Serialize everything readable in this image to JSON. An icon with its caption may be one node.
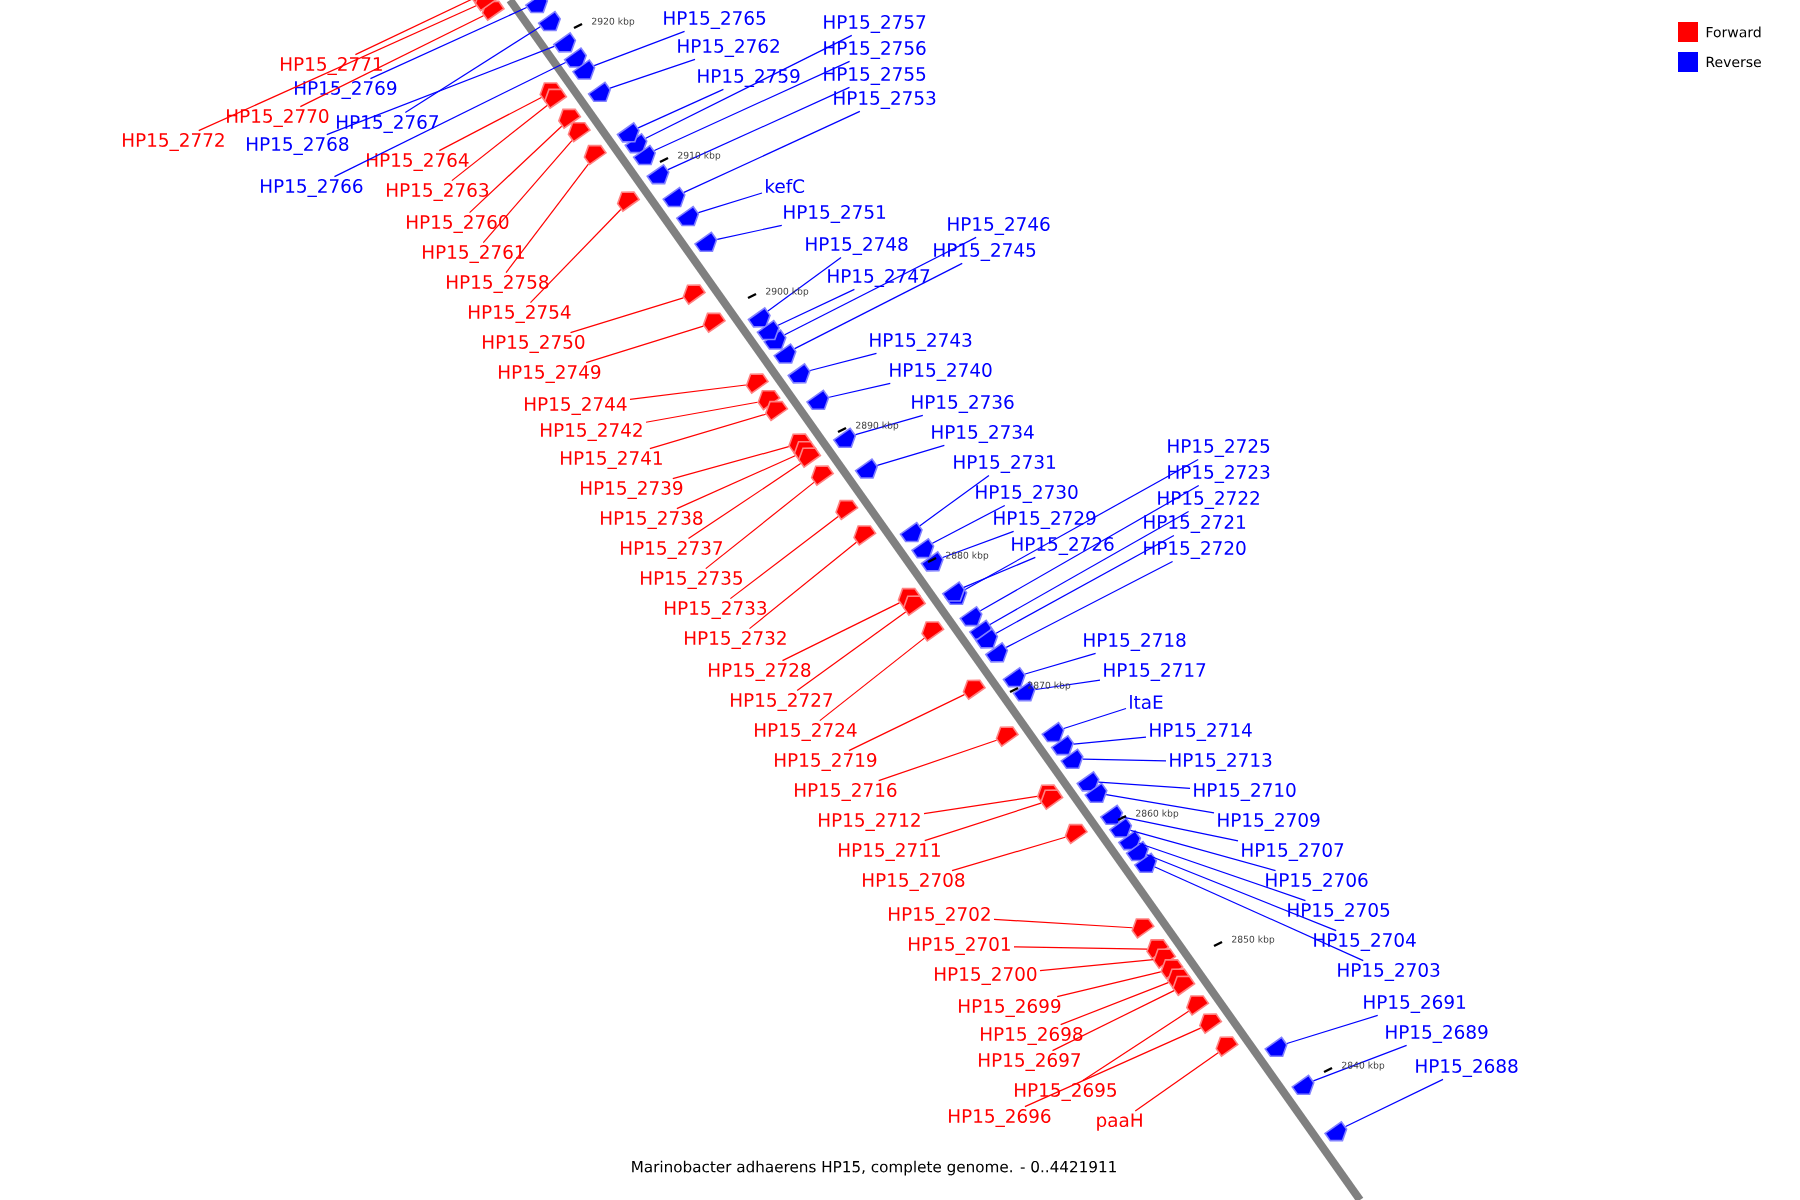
{
  "diagram": {
    "caption": "Marinobacter adhaerens HP15, complete genome. - 0..4421911",
    "nodes": [
      {
        "text": [
          "HP15_2771"
        ]
      },
      {
        "text": [
          "HP15_2769"
        ]
      },
      {
        "text": [
          "HP15_2770"
        ]
      },
      {
        "text": [
          "HP15_2767"
        ]
      },
      {
        "text": [
          "HP15_2772"
        ]
      },
      {
        "text": [
          "HP15_2768"
        ]
      },
      {
        "text": [
          "HP15_2764"
        ]
      },
      {
        "text": [
          "HP15_2766"
        ]
      },
      {
        "text": [
          "HP15_2763"
        ]
      },
      {
        "text": [
          "HP15_2760"
        ]
      },
      {
        "text": [
          "HP15_2761"
        ]
      },
      {
        "text": [
          "HP15_2758"
        ]
      },
      {
        "text": [
          "HP15_2754"
        ]
      },
      {
        "text": [
          "HP15_2750"
        ]
      },
      {
        "text": [
          "HP15_2749"
        ]
      },
      {
        "text": [
          "HP15_2744"
        ]
      },
      {
        "text": [
          "HP15_2742"
        ]
      },
      {
        "text": [
          "HP15_2741"
        ]
      },
      {
        "text": [
          "HP15_2739"
        ]
      },
      {
        "text": [
          "HP15_2738"
        ]
      },
      {
        "text": [
          "HP15_2737"
        ]
      },
      {
        "text": [
          "HP15_2735"
        ]
      },
      {
        "text": [
          "HP15_2733"
        ]
      },
      {
        "text": [
          "HP15_2732"
        ]
      },
      {
        "text": [
          "HP15_2728"
        ]
      },
      {
        "text": [
          "HP15_2727"
        ]
      },
      {
        "text": [
          "HP15_2724"
        ]
      },
      {
        "text": [
          "HP15_2719"
        ]
      },
      {
        "text": [
          "HP15_2716"
        ]
      },
      {
        "text": [
          "HP15_2712"
        ]
      },
      {
        "text": [
          "HP15_2711"
        ]
      },
      {
        "text": [
          "HP15_2708"
        ]
      },
      {
        "text": [
          "HP15_2702"
        ]
      },
      {
        "text": [
          "HP15_2701"
        ]
      },
      {
        "text": [
          "HP15_2700"
        ]
      },
      {
        "text": [
          "HP15_2699"
        ]
      },
      {
        "text": [
          "HP15_2698"
        ]
      },
      {
        "text": [
          "HP15_2697"
        ]
      },
      {
        "text": [
          "HP15_2695"
        ]
      },
      {
        "text": [
          "HP15_2696"
        ]
      },
      {
        "text": [
          "paaH"
        ]
      },
      {
        "text": [
          "HP15_2765"
        ]
      },
      {
        "text": [
          "HP15_2757"
        ]
      },
      {
        "text": [
          "HP15_2762"
        ]
      },
      {
        "text": [
          "HP15_2756"
        ]
      },
      {
        "text": [
          "HP15_2759"
        ]
      },
      {
        "text": [
          "HP15_2755"
        ]
      },
      {
        "text": [
          "HP15_2753"
        ]
      },
      {
        "text": [
          "kefC"
        ]
      },
      {
        "text": [
          "HP15_2751"
        ]
      },
      {
        "text": [
          "HP15_2746"
        ]
      },
      {
        "text": [
          "HP15_2748"
        ]
      },
      {
        "text": [
          "HP15_2745"
        ]
      },
      {
        "text": [
          "HP15_2747"
        ]
      },
      {
        "text": [
          "HP15_2743"
        ]
      },
      {
        "text": [
          "HP15_2740"
        ]
      },
      {
        "text": [
          "HP15_2736"
        ]
      },
      {
        "text": [
          "HP15_2734"
        ]
      },
      {
        "text": [
          "HP15_2725"
        ]
      },
      {
        "text": [
          "HP15_2731"
        ]
      },
      {
        "text": [
          "HP15_2723"
        ]
      },
      {
        "text": [
          "HP15_2730"
        ]
      },
      {
        "text": [
          "HP15_2722"
        ]
      },
      {
        "text": [
          "HP15_2729"
        ]
      },
      {
        "text": [
          "HP15_2721"
        ]
      },
      {
        "text": [
          "HP15_2726"
        ]
      },
      {
        "text": [
          "HP15_2720"
        ]
      },
      {
        "text": [
          "HP15_2718"
        ]
      },
      {
        "text": [
          "HP15_2717"
        ]
      },
      {
        "text": [
          "ltaE"
        ]
      },
      {
        "text": [
          "HP15_2714"
        ]
      },
      {
        "text": [
          "HP15_2713"
        ]
      },
      {
        "text": [
          "HP15_2710"
        ]
      },
      {
        "text": [
          "HP15_2709"
        ]
      },
      {
        "text": [
          "HP15_2707"
        ]
      },
      {
        "text": [
          "HP15_2706"
        ]
      },
      {
        "text": [
          "HP15_2705"
        ]
      },
      {
        "text": [
          "HP15_2704"
        ]
      },
      {
        "text": [
          "HP15_2703"
        ]
      },
      {
        "text": [
          "HP15_2691"
        ]
      },
      {
        "text": [
          "HP15_2689"
        ]
      },
      {
        "text": [
          "HP15_2688"
        ]
      },
      {
        "text": [],
        "shape": "pentagon"
      },
      {
        "text": [],
        "shape": "pentagon"
      },
      {
        "text": [],
        "shape": "pentagon"
      },
      {
        "text": [],
        "shape": "pentagon"
      },
      {
        "text": [],
        "shape": "pentagon"
      },
      {
        "text": [],
        "shape": "pentagon"
      },
      {
        "text": [],
        "shape": "pentagon"
      },
      {
        "text": [],
        "shape": "pentagon"
      },
      {
        "text": [],
        "shape": "pentagon"
      },
      {
        "text": [],
        "shape": "pentagon"
      },
      {
        "text": [],
        "shape": "pentagon"
      },
      {
        "text": [],
        "shape": "pentagon"
      },
      {
        "text": [],
        "shape": "pentagon"
      },
      {
        "text": [],
        "shape": "pentagon"
      },
      {
        "text": [],
        "shape": "pentagon"
      },
      {
        "text": [],
        "shape": "pentagon"
      },
      {
        "text": [],
        "shape": "pentagon"
      },
      {
        "text": [],
        "shape": "pentagon"
      },
      {
        "text": [],
        "shape": "pentagon"
      },
      {
        "text": [],
        "shape": "pentagon"
      },
      {
        "text": [],
        "shape": "pentagon"
      },
      {
        "text": [],
        "shape": "pentagon"
      },
      {
        "text": [],
        "shape": "pentagon"
      },
      {
        "text": [],
        "shape": "pentagon"
      },
      {
        "text": [],
        "shape": "pentagon"
      },
      {
        "text": [],
        "shape": "pentagon"
      },
      {
        "text": [],
        "shape": "pentagon"
      },
      {
        "text": [],
        "shape": "pentagon"
      },
      {
        "text": [],
        "shape": "pentagon"
      },
      {
        "text": [],
        "shape": "pentagon"
      },
      {
        "text": [],
        "shape": "pentagon"
      },
      {
        "text": [],
        "shape": "pentagon"
      },
      {
        "text": [],
        "shape": "pentagon"
      },
      {
        "text": [],
        "shape": "pentagon"
      },
      {
        "text": [],
        "shape": "pentagon"
      },
      {
        "text": [],
        "shape": "pentagon"
      },
      {
        "text": [],
        "shape": "pentagon"
      },
      {
        "text": [],
        "shape": "pentagon"
      },
      {
        "text": [],
        "shape": "pentagon"
      },
      {
        "text": [],
        "shape": "pentagon"
      },
      {
        "text": [],
        "shape": "pentagon"
      },
      {
        "text": [],
        "shape": "pentagon"
      },
      {
        "text": [],
        "shape": "pentagon"
      },
      {
        "text": [],
        "shape": "pentagon"
      },
      {
        "text": [],
        "shape": "pentagon"
      },
      {
        "text": [],
        "shape": "pentagon"
      },
      {
        "text": [],
        "shape": "pentagon"
      },
      {
        "text": [],
        "shape": "pentagon"
      },
      {
        "text": [],
        "shape": "pentagon"
      },
      {
        "text": [],
        "shape": "pentagon"
      },
      {
        "text": [],
        "shape": "pentagon"
      },
      {
        "text": [],
        "shape": "pentagon"
      },
      {
        "text": [],
        "shape": "pentagon"
      },
      {
        "text": [],
        "shape": "pentagon"
      },
      {
        "text": [],
        "shape": "pentagon"
      },
      {
        "text": [],
        "shape": "pentagon"
      },
      {
        "text": [],
        "shape": "pentagon"
      },
      {
        "text": [],
        "shape": "pentagon"
      },
      {
        "text": [],
        "shape": "pentagon"
      },
      {
        "text": [],
        "shape": "pentagon"
      },
      {
        "text": [],
        "shape": "pentagon"
      },
      {
        "text": [],
        "shape": "pentagon"
      },
      {
        "text": [],
        "shape": "pentagon"
      },
      {
        "text": [],
        "shape": "pentagon"
      },
      {
        "text": [],
        "shape": "pentagon"
      },
      {
        "text": [],
        "shape": "pentagon"
      },
      {
        "text": [],
        "shape": "pentagon"
      },
      {
        "text": [],
        "shape": "pentagon"
      },
      {
        "text": [],
        "shape": "pentagon"
      },
      {
        "text": [],
        "shape": "pentagon"
      },
      {
        "text": [],
        "shape": "pentagon"
      },
      {
        "text": [],
        "shape": "pentagon"
      },
      {
        "text": [],
        "shape": "pentagon"
      },
      {
        "text": [],
        "shape": "pentagon"
      },
      {
        "text": [],
        "shape": "pentagon"
      },
      {
        "text": [],
        "shape": "pentagon"
      },
      {
        "text": [],
        "shape": "pentagon"
      },
      {
        "text": [],
        "shape": "pentagon"
      },
      {
        "text": [],
        "shape": "pentagon"
      },
      {
        "text": [],
        "shape": "pentagon"
      },
      {
        "text": [],
        "shape": "pentagon"
      },
      {
        "text": [],
        "shape": "pentagon"
      }
    ],
    "edges": [
      {
        "from": 0,
        "to": 82,
        "arrow": "none",
        "color": "#ff0000"
      },
      {
        "from": 1,
        "to": 83,
        "arrow": "none",
        "color": "#0000ff"
      },
      {
        "from": 2,
        "to": 84,
        "arrow": "none",
        "color": "#ff0000"
      },
      {
        "from": 3,
        "to": 85,
        "arrow": "none",
        "color": "#0000ff"
      },
      {
        "from": 4,
        "to": 86,
        "arrow": "none",
        "color": "#ff0000"
      },
      {
        "from": 5,
        "to": 87,
        "arrow": "none",
        "color": "#0000ff"
      },
      {
        "from": 6,
        "to": 88,
        "arrow": "none",
        "color": "#ff0000"
      },
      {
        "from": 7,
        "to": 89,
        "arrow": "none",
        "color": "#0000ff"
      },
      {
        "from": 8,
        "to": 90,
        "arrow": "none",
        "color": "#ff0000"
      },
      {
        "from": 9,
        "to": 91,
        "arrow": "none",
        "color": "#ff0000"
      },
      {
        "from": 10,
        "to": 92,
        "arrow": "none",
        "color": "#ff0000"
      },
      {
        "from": 11,
        "to": 93,
        "arrow": "none",
        "color": "#ff0000"
      },
      {
        "from": 12,
        "to": 94,
        "arrow": "none",
        "color": "#ff0000"
      },
      {
        "from": 13,
        "to": 95,
        "arrow": "none",
        "color": "#ff0000"
      },
      {
        "from": 14,
        "to": 96,
        "arrow": "none",
        "color": "#ff0000"
      },
      {
        "from": 15,
        "to": 97,
        "arrow": "none",
        "color": "#ff0000"
      },
      {
        "from": 16,
        "to": 98,
        "arrow": "none",
        "color": "#ff0000"
      },
      {
        "from": 17,
        "to": 99,
        "arrow": "none",
        "color": "#ff0000"
      },
      {
        "from": 18,
        "to": 100,
        "arrow": "none",
        "color": "#ff0000"
      },
      {
        "from": 19,
        "to": 101,
        "arrow": "none",
        "color": "#ff0000"
      },
      {
        "from": 20,
        "to": 102,
        "arrow": "none",
        "color": "#ff0000"
      },
      {
        "from": 21,
        "to": 103,
        "arrow": "none",
        "color": "#ff0000"
      },
      {
        "from": 22,
        "to": 104,
        "arrow": "none",
        "color": "#ff0000"
      },
      {
        "from": 23,
        "to": 105,
        "arrow": "none",
        "color": "#ff0000"
      },
      {
        "from": 24,
        "to": 106,
        "arrow": "none",
        "color": "#ff0000"
      },
      {
        "from": 25,
        "to": 107,
        "arrow": "none",
        "color": "#ff0000"
      },
      {
        "from": 26,
        "to": 108,
        "arrow": "none",
        "color": "#ff0000"
      },
      {
        "from": 27,
        "to": 109,
        "arrow": "none",
        "color": "#ff0000"
      },
      {
        "from": 28,
        "to": 110,
        "arrow": "none",
        "color": "#ff0000"
      },
      {
        "from": 29,
        "to": 111,
        "arrow": "none",
        "color": "#ff0000"
      },
      {
        "from": 30,
        "to": 112,
        "arrow": "none",
        "color": "#ff0000"
      },
      {
        "from": 31,
        "to": 113,
        "arrow": "none",
        "color": "#ff0000"
      },
      {
        "from": 32,
        "to": 114,
        "arrow": "none",
        "color": "#ff0000"
      },
      {
        "from": 33,
        "to": 115,
        "arrow": "none",
        "color": "#ff0000"
      },
      {
        "from": 34,
        "to": 116,
        "arrow": "none",
        "color": "#ff0000"
      },
      {
        "from": 35,
        "to": 117,
        "arrow": "none",
        "color": "#ff0000"
      },
      {
        "from": 36,
        "to": 118,
        "arrow": "none",
        "color": "#ff0000"
      },
      {
        "from": 37,
        "to": 119,
        "arrow": "none",
        "color": "#ff0000"
      },
      {
        "from": 38,
        "to": 120,
        "arrow": "none",
        "color": "#ff0000"
      },
      {
        "from": 39,
        "to": 121,
        "arrow": "none",
        "color": "#ff0000"
      },
      {
        "from": 40,
        "to": 122,
        "arrow": "none",
        "color": "#ff0000"
      },
      {
        "from": 41,
        "to": 123,
        "arrow": "none",
        "color": "#0000ff"
      },
      {
        "from": 42,
        "to": 124,
        "arrow": "none",
        "color": "#0000ff"
      },
      {
        "from": 43,
        "to": 125,
        "arrow": "none",
        "color": "#0000ff"
      },
      {
        "from": 44,
        "to": 126,
        "arrow": "none",
        "color": "#0000ff"
      },
      {
        "from": 45,
        "to": 127,
        "arrow": "none",
        "color": "#0000ff"
      },
      {
        "from": 46,
        "to": 128,
        "arrow": "none",
        "color": "#0000ff"
      },
      {
        "from": 47,
        "to": 129,
        "arrow": "none",
        "color": "#0000ff"
      },
      {
        "from": 48,
        "to": 130,
        "arrow": "none",
        "color": "#0000ff"
      },
      {
        "from": 49,
        "to": 131,
        "arrow": "none",
        "color": "#0000ff"
      },
      {
        "from": 50,
        "to": 132,
        "arrow": "none",
        "color": "#0000ff"
      },
      {
        "from": 51,
        "to": 133,
        "arrow": "none",
        "color": "#0000ff"
      },
      {
        "from": 52,
        "to": 134,
        "arrow": "none",
        "color": "#0000ff"
      },
      {
        "from": 53,
        "to": 135,
        "arrow": "none",
        "color": "#0000ff"
      },
      {
        "from": 54,
        "to": 136,
        "arrow": "none",
        "color": "#0000ff"
      },
      {
        "from": 55,
        "to": 137,
        "arrow": "none",
        "color": "#0000ff"
      },
      {
        "from": 56,
        "to": 138,
        "arrow": "none",
        "color": "#0000ff"
      },
      {
        "from": 57,
        "to": 139,
        "arrow": "none",
        "color": "#0000ff"
      },
      {
        "from": 58,
        "to": 140,
        "arrow": "none",
        "color": "#0000ff"
      },
      {
        "from": 59,
        "to": 141,
        "arrow": "none",
        "color": "#0000ff"
      },
      {
        "from": 60,
        "to": 142,
        "arrow": "none",
        "color": "#0000ff"
      },
      {
        "from": 61,
        "to": 143,
        "arrow": "none",
        "color": "#0000ff"
      },
      {
        "from": 62,
        "to": 144,
        "arrow": "none",
        "color": "#0000ff"
      },
      {
        "from": 63,
        "to": 145,
        "arrow": "none",
        "color": "#0000ff"
      },
      {
        "from": 64,
        "to": 146,
        "arrow": "none",
        "color": "#0000ff"
      },
      {
        "from": 65,
        "to": 147,
        "arrow": "none",
        "color": "#0000ff"
      },
      {
        "from": 66,
        "to": 148,
        "arrow": "none",
        "color": "#0000ff"
      },
      {
        "from": 67,
        "to": 149,
        "arrow": "none",
        "color": "#0000ff"
      },
      {
        "from": 68,
        "to": 150,
        "arrow": "none",
        "color": "#0000ff"
      },
      {
        "from": 69,
        "to": 151,
        "arrow": "none",
        "color": "#0000ff"
      },
      {
        "from": 70,
        "to": 152,
        "arrow": "none",
        "color": "#0000ff"
      },
      {
        "from": 71,
        "to": 153,
        "arrow": "none",
        "color": "#0000ff"
      },
      {
        "from": 72,
        "to": 154,
        "arrow": "none",
        "color": "#0000ff"
      },
      {
        "from": 73,
        "to": 155,
        "arrow": "none",
        "color": "#0000ff"
      },
      {
        "from": 74,
        "to": 156,
        "arrow": "none",
        "color": "#0000ff"
      },
      {
        "from": 75,
        "to": 157,
        "arrow": "none",
        "color": "#0000ff"
      },
      {
        "from": 76,
        "to": 158,
        "arrow": "none",
        "color": "#0000ff"
      },
      {
        "from": 77,
        "to": 159,
        "arrow": "none",
        "color": "#0000ff"
      },
      {
        "from": 78,
        "to": 160,
        "arrow": "none",
        "color": "#0000ff"
      },
      {
        "from": 79,
        "to": 161,
        "arrow": "none",
        "color": "#0000ff"
      },
      {
        "from": 80,
        "to": 162,
        "arrow": "none",
        "color": "#0000ff"
      },
      {
        "from": 81,
        "to": 163,
        "arrow": "none",
        "color": "#0000ff"
      }
    ],
    "labels": [
      "2920 kbp",
      "2910 kbp",
      "2900 kbp",
      "2890 kbp",
      "2880 kbp",
      "2870 kbp",
      "2860 kbp",
      "2850 kbp",
      "2840 kbp"
    ],
    "legend": [
      {
        "text": "Forward",
        "color": "#ff0000"
      },
      {
        "text": "Reverse",
        "color": "#0000ff"
      }
    ]
  }
}
